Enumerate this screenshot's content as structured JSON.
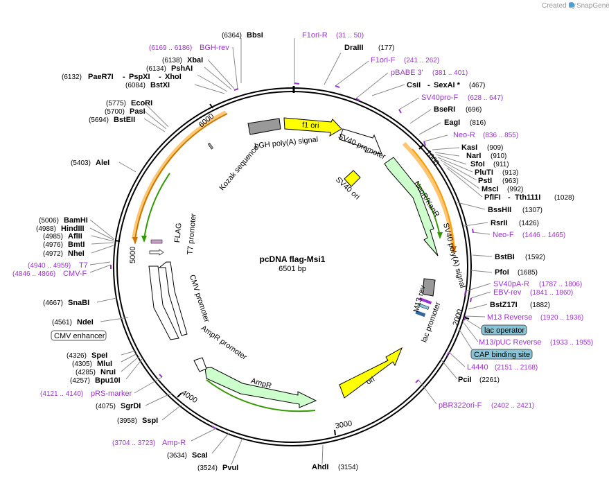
{
  "credit": {
    "prefix": "Created by",
    "brand": "SnapGene"
  },
  "plasmid": {
    "name": "pcDNA flag-Msi1",
    "length": "6501 bp",
    "total_bp": 6501
  },
  "ticks": [
    "1000",
    "2000",
    "3000",
    "4000",
    "5000",
    "6000"
  ],
  "colors": {
    "primer": "#9933cc",
    "backbone": "#000000",
    "gene": "#ccffcc",
    "ori": "#ffff00",
    "polyA": "#999999",
    "promoter": "#ffffff",
    "orf": "#ff9900",
    "orf_inner": "#339900",
    "lac": "#88c4d6"
  },
  "sites": [
    {
      "name": "BbsI",
      "pos": "(6364)"
    },
    {
      "name": "DraIII",
      "pos": "(177)"
    },
    {
      "name": "CsiI",
      "pos": "(467)",
      "extra": "SexAI *"
    },
    {
      "name": "BseRI",
      "pos": "(696)"
    },
    {
      "name": "EagI",
      "pos": "(816)"
    },
    {
      "name": "KasI",
      "pos": "(909)"
    },
    {
      "name": "NarI",
      "pos": "(910)"
    },
    {
      "name": "SfoI",
      "pos": "(911)"
    },
    {
      "name": "PluTI",
      "pos": "(913)"
    },
    {
      "name": "PstI",
      "pos": "(963)"
    },
    {
      "name": "MscI",
      "pos": "(992)"
    },
    {
      "name": "PflFI",
      "pos": "(1028)",
      "extra": "Tth111I"
    },
    {
      "name": "BssHII",
      "pos": "(1307)"
    },
    {
      "name": "RsrII",
      "pos": "(1426)"
    },
    {
      "name": "BstBI",
      "pos": "(1592)"
    },
    {
      "name": "PfoI",
      "pos": "(1685)"
    },
    {
      "name": "BstZ17I",
      "pos": "(1882)"
    },
    {
      "name": "PciI",
      "pos": "(2261)"
    },
    {
      "name": "AhdI",
      "pos": "(3154)"
    },
    {
      "name": "PvuI",
      "pos": "(3524)"
    },
    {
      "name": "ScaI",
      "pos": "(3634)"
    },
    {
      "name": "SspI",
      "pos": "(3958)"
    },
    {
      "name": "SgrDI",
      "pos": "(4075)"
    },
    {
      "name": "Bpu10I",
      "pos": "(4257)"
    },
    {
      "name": "NruI",
      "pos": "(4285)"
    },
    {
      "name": "MluI",
      "pos": "(4305)"
    },
    {
      "name": "SpeI",
      "pos": "(4326)"
    },
    {
      "name": "NdeI",
      "pos": "(4561)"
    },
    {
      "name": "SnaBI",
      "pos": "(4667)"
    },
    {
      "name": "NheI",
      "pos": "(4972)"
    },
    {
      "name": "BmtI",
      "pos": "(4976)"
    },
    {
      "name": "AflII",
      "pos": "(4985)"
    },
    {
      "name": "HindIII",
      "pos": "(4988)"
    },
    {
      "name": "BamHI",
      "pos": "(5006)"
    },
    {
      "name": "AleI",
      "pos": "(5403)"
    },
    {
      "name": "BstEII",
      "pos": "(5694)"
    },
    {
      "name": "PasI",
      "pos": "(5700)"
    },
    {
      "name": "EcoRI",
      "pos": "(5775)"
    },
    {
      "name": "BstXI",
      "pos": "(6084)"
    },
    {
      "name": "PaeR7I",
      "pos": "(6132)",
      "extra": "PspXI",
      "extra2": "XhoI"
    },
    {
      "name": "PshAI",
      "pos": "(6134)"
    },
    {
      "name": "XbaI",
      "pos": "(6138)"
    }
  ],
  "primers": [
    {
      "name": "F1ori-R",
      "pos": "(31 .. 50)"
    },
    {
      "name": "F1ori-F",
      "pos": "(241 .. 262)"
    },
    {
      "name": "pBABE 3'",
      "pos": "(381 .. 401)"
    },
    {
      "name": "SV40pro-F",
      "pos": "(628 .. 647)"
    },
    {
      "name": "Neo-R",
      "pos": "(836 .. 855)"
    },
    {
      "name": "Neo-F",
      "pos": "(1446 .. 1465)"
    },
    {
      "name": "SV40pA-R",
      "pos": "(1787 .. 1806)"
    },
    {
      "name": "EBV-rev",
      "pos": "(1841 .. 1860)"
    },
    {
      "name": "M13 Reverse",
      "pos": "(1920 .. 1936)"
    },
    {
      "name": "M13/pUC Reverse",
      "pos": "(1933 .. 1955)"
    },
    {
      "name": "L4440",
      "pos": "(2151 .. 2168)"
    },
    {
      "name": "pBR322ori-F",
      "pos": "(2402 .. 2421)"
    },
    {
      "name": "Amp-R",
      "pos": "(3704 .. 3723)"
    },
    {
      "name": "pRS-marker",
      "pos": "(4121 .. 4140)"
    },
    {
      "name": "CMV-F",
      "pos": "(4846 .. 4866)"
    },
    {
      "name": "T7",
      "pos": "(4940 .. 4959)"
    },
    {
      "name": "BGH-rev",
      "pos": "(6169 .. 6186)"
    }
  ],
  "boxes": {
    "lac_operator": "lac operator",
    "cap_site": "CAP binding site",
    "cmv_enhancer": "CMV enhancer"
  },
  "features": {
    "f1_ori": "f1 ori",
    "sv40_promoter": "SV40 promoter",
    "sv40_ori": "SV40 ori",
    "neor": "NeoR/KanR",
    "sv40_polya": "SV40 poly(A) signal",
    "m13_rev": "M13 rev",
    "lac_promoter": "lac promoter",
    "ori": "ori",
    "ampr": "AmpR",
    "ampr_promoter": "AmpR promoter",
    "cmv_promoter": "CMV promoter",
    "t7_promoter": "T7 promoter",
    "flag": "FLAG",
    "kozak": "Kozak sequence",
    "bgh": "bGH poly(A) signal"
  }
}
